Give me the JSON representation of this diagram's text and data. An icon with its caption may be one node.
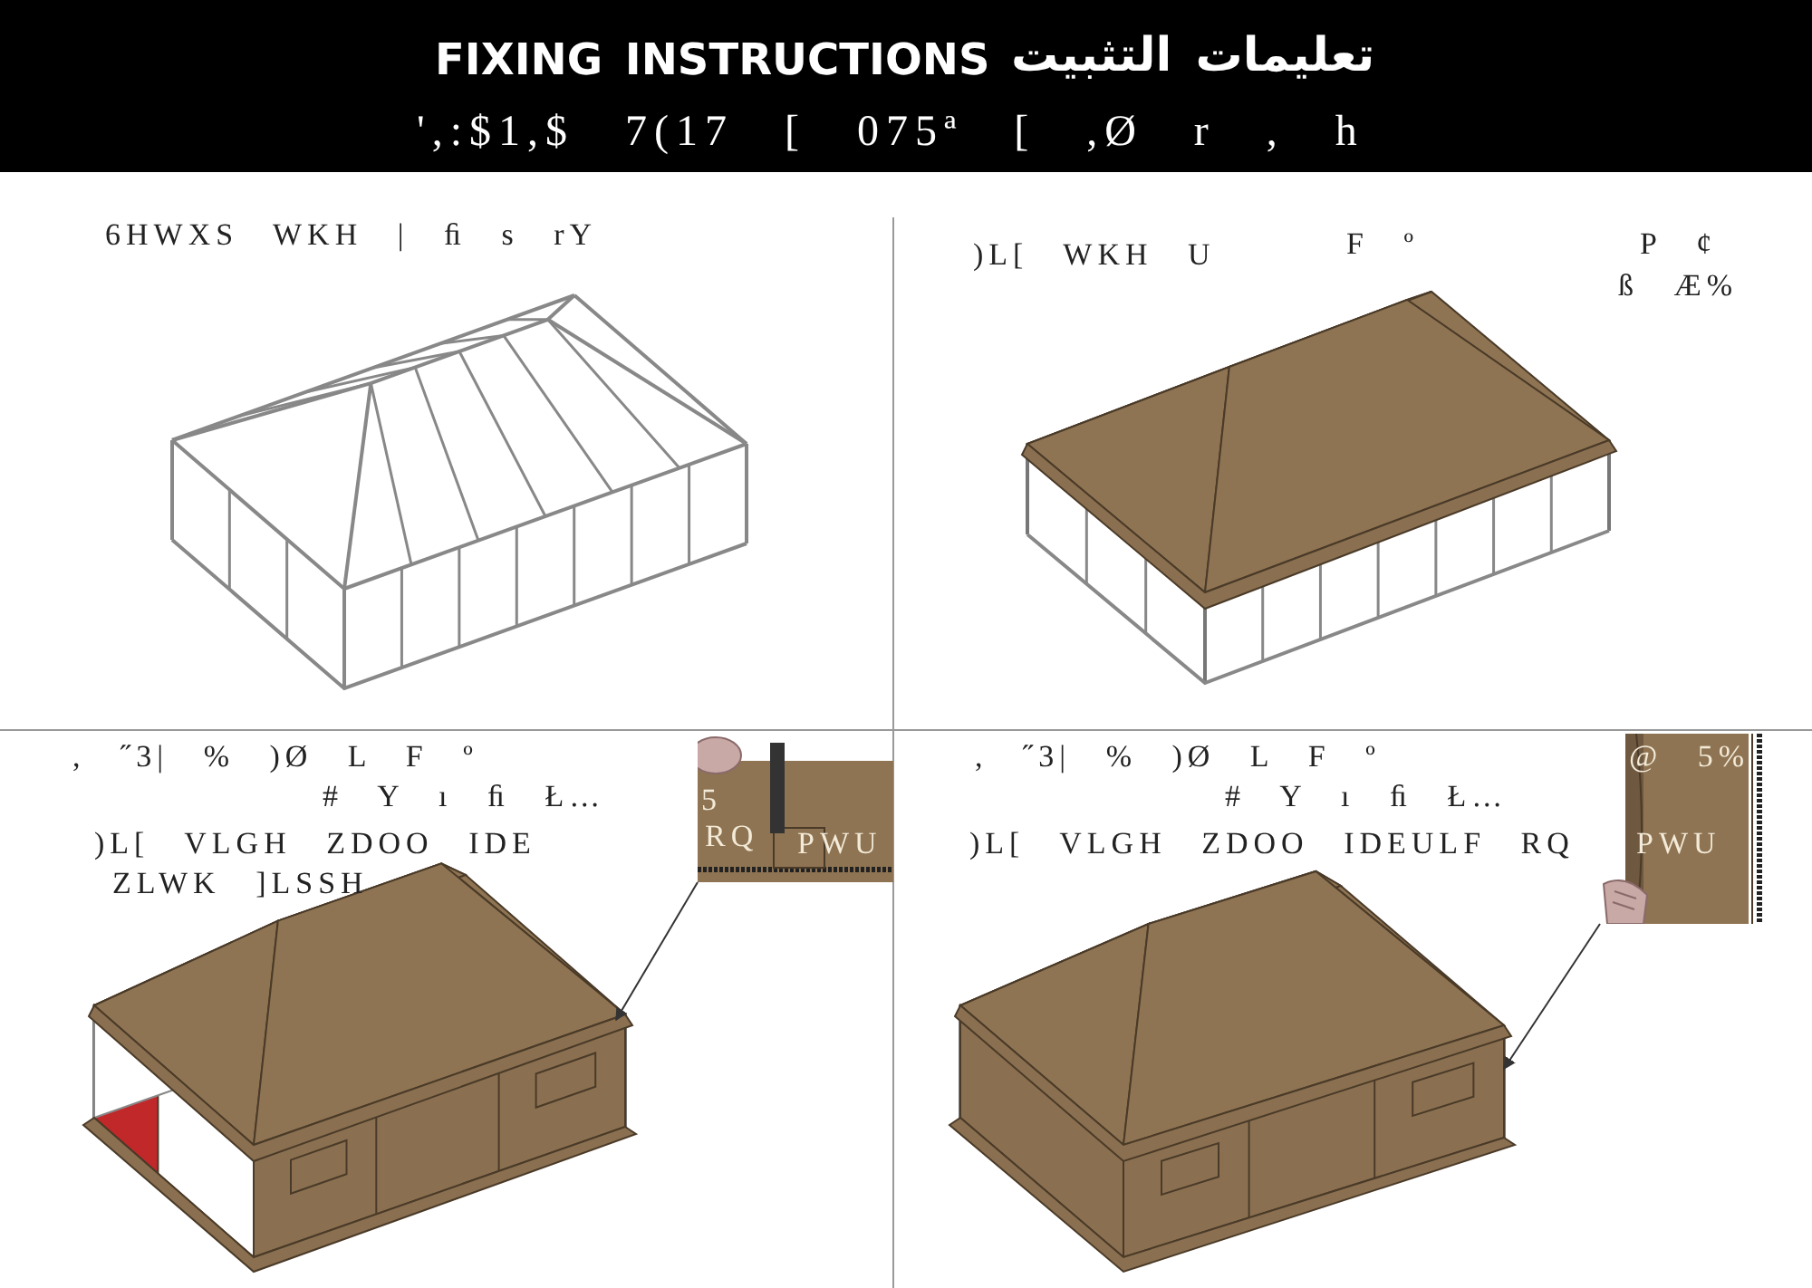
{
  "diagram": {
    "nodes": [
      {
        "text": [],
        "shape": "picture"
      },
      {
        "text": [],
        "shape": "picture"
      }
    ],
    "edges": [
      {
        "from": 0,
        "to": null,
        "arrow": "to"
      },
      {
        "from": 1,
        "to": null,
        "arrow": "to"
      }
    ],
    "labels": [
      "FIXING INSTRUCTIONS",
      "تعليمات التثبيت",
      "',:$1,$ 7(17 [ 075ª [ ,Ø r , h",
      "6HWXS WKH | ﬁ s rY",
      ")L[ WKH U",
      "F º",
      "P ¢",
      "ß Æ%",
      ", ˝3| % )Ø L F º",
      "# Y ı ﬁ Ł…",
      ")L[ VLGH ZDOO IDE",
      "ZLWK ]LSSH",
      "5",
      "RQ",
      "PWU",
      ", ˝3| % )Ø L F º",
      "# Y ı ﬁ Ł…",
      ")L[ VLGH ZDOO IDEULF RQ",
      "@ 5%",
      "PWU"
    ]
  }
}
